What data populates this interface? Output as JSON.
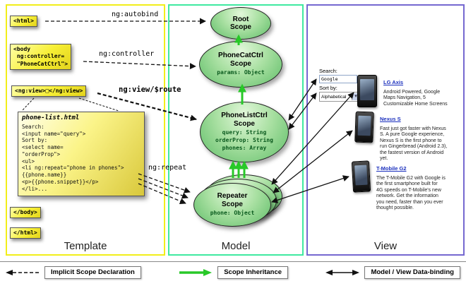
{
  "panels": {
    "template_label": "Template",
    "model_label": "Model",
    "view_label": "View"
  },
  "template_code": {
    "html_open": "<html>",
    "body_open": "<body\n ng:controller=\n \"PhoneCatCtrl\">",
    "ng_view": "<ng:view>□</ng:view>",
    "note_title": "phone-list.html",
    "note_code": "Search:\n<input name=\"query\">\nSort by:\n<select name=\n\"orderProp\">\n<ul>\n<li ng:repeat=\"phone in phones\">\n{{phone.name}}\n<p>{{phone.snippet}}</p>\n</li>...",
    "body_close": "</body>",
    "html_close": "</html>"
  },
  "arrow_labels": {
    "autobind": "ng:autobind",
    "controller": "ng:controller",
    "view_route": "ng:view/$route",
    "repeat": "ng:repeat"
  },
  "scopes": {
    "root_name": "Root\nScope",
    "phonecat_name": "PhoneCatCtrl\nScope",
    "phonecat_props": "params: Object",
    "phonelist_name": "PhoneListCtrl\nScope",
    "phonelist_props": "query: String\norderProp: String\nphones: Array",
    "repeater_name": "Repeater\nScope",
    "repeater_props": "phone: Object"
  },
  "view": {
    "search_label": "Search:",
    "search_value": "Google",
    "sort_label": "Sort by:",
    "sort_value": "Alphabetical",
    "phones": [
      {
        "name": "LG Axis",
        "desc": "Android Powered, Google Maps Navigation, 5 Customizable Home Screens"
      },
      {
        "name": "Nexus S",
        "desc": "Fast just got faster with Nexus S. A pure Google experience, Nexus S is the first phone to run Gingerbread (Android 2.3), the fastest version of Android yet."
      },
      {
        "name": "T-Mobile G2",
        "desc": "The T-Mobile G2 with Google is the first smartphone built for 4G speeds on T-Mobile's new network. Get the information you need, faster than you ever thought possible."
      }
    ]
  },
  "legend": [
    {
      "label": "Implicit Scope Declaration"
    },
    {
      "label": "Scope Inheritance"
    },
    {
      "label": "Model / View Data-binding"
    }
  ],
  "colors": {
    "inheritance_green": "#28c828"
  }
}
